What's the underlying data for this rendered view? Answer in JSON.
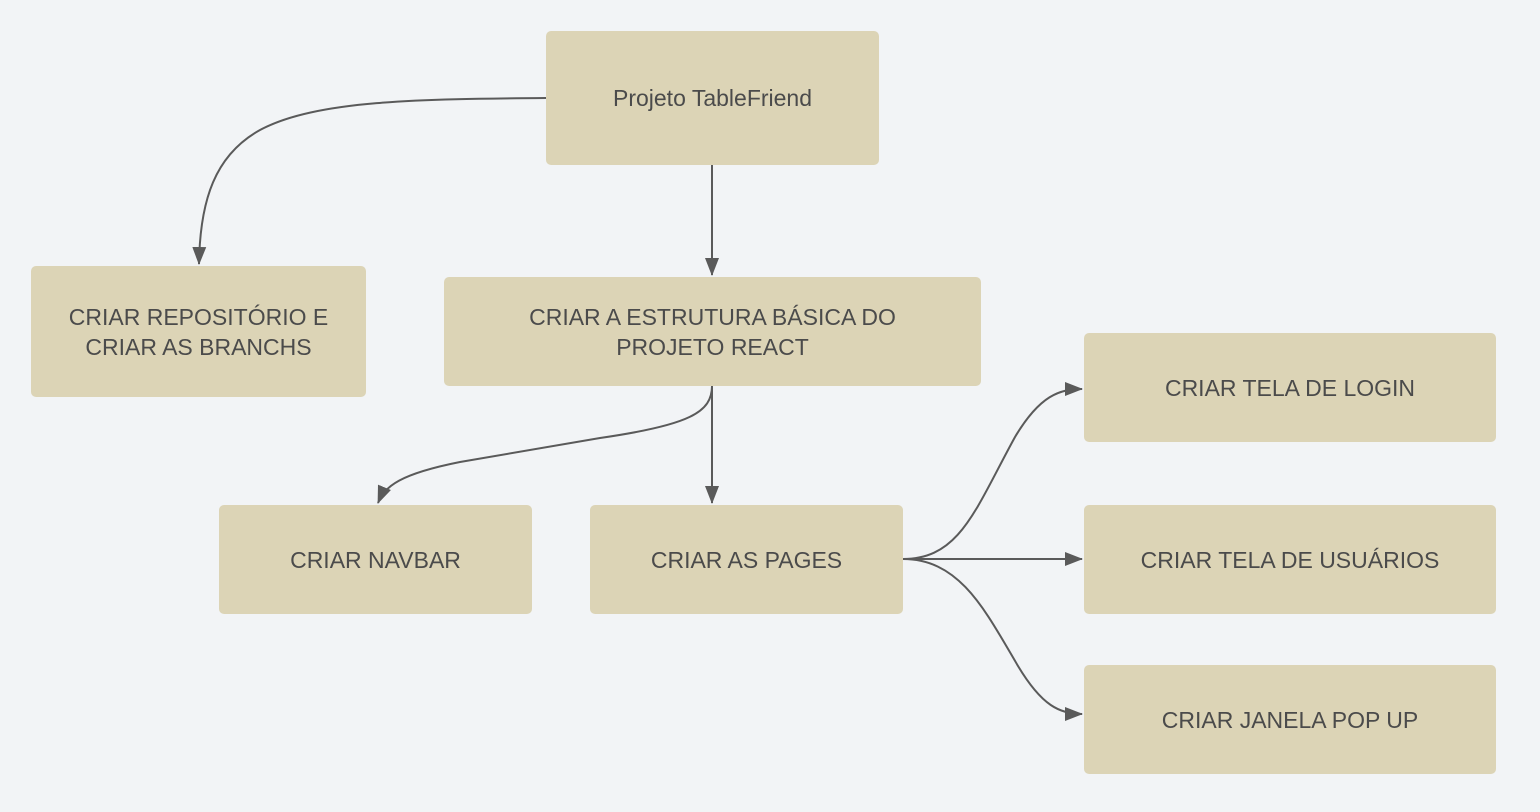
{
  "diagram": {
    "nodes": {
      "root": "Projeto TableFriend",
      "repo": "CRIAR REPOSITÓRIO E\nCRIAR AS BRANCHS",
      "structure": "CRIAR A ESTRUTURA BÁSICA DO\nPROJETO REACT",
      "navbar": "CRIAR NAVBAR",
      "pages": "CRIAR AS PAGES",
      "login": "CRIAR TELA DE LOGIN",
      "users": "CRIAR TELA DE USUÁRIOS",
      "popup": "CRIAR JANELA POP UP"
    },
    "edges": [
      {
        "from": "root",
        "to": "repo"
      },
      {
        "from": "root",
        "to": "structure"
      },
      {
        "from": "structure",
        "to": "navbar"
      },
      {
        "from": "structure",
        "to": "pages"
      },
      {
        "from": "pages",
        "to": "login"
      },
      {
        "from": "pages",
        "to": "users"
      },
      {
        "from": "pages",
        "to": "popup"
      }
    ],
    "colors": {
      "background": "#f2f4f6",
      "node_fill": "#dcd4b6",
      "node_text": "#4b4b4b",
      "connector": "#5a5a5a"
    }
  }
}
